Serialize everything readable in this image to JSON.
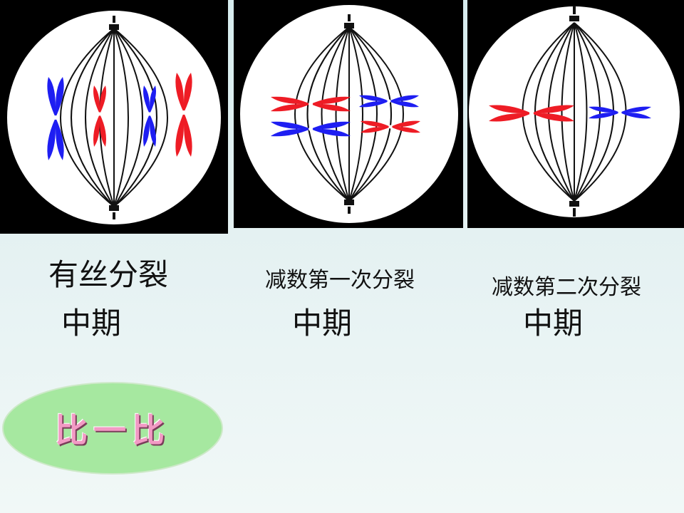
{
  "panels": [
    {
      "title": "有丝分裂",
      "phase": "中期"
    },
    {
      "title": "减数第一次分裂",
      "phase": "中期"
    },
    {
      "title": "减数第二次分裂",
      "phase": "中期"
    }
  ],
  "badge": {
    "text": "比一比"
  },
  "colors": {
    "red": "#ee1c25",
    "blue": "#1e1ef2",
    "cell": "#ffffff",
    "spindle": "#111111",
    "badge_fill": "#a6e8a0"
  }
}
